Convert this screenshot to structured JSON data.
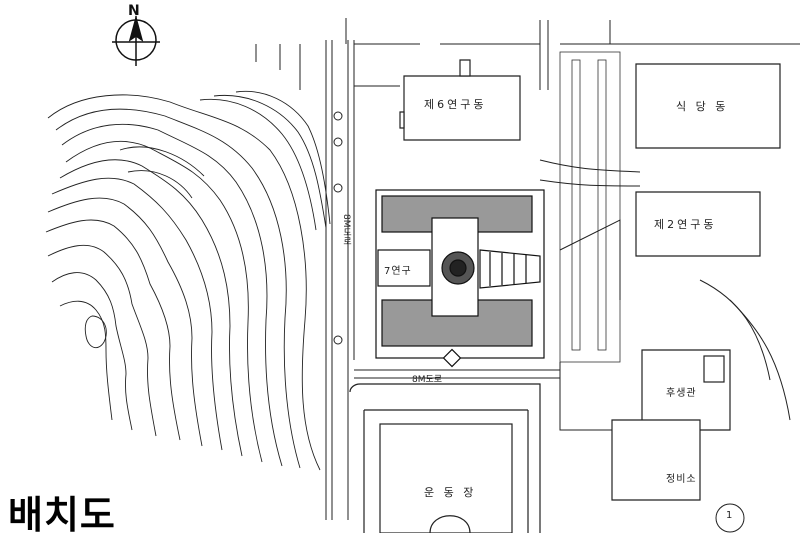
{
  "title": "배치도",
  "north_label": "N",
  "buildings": {
    "research_6": "제6연구동",
    "research_7": "7연구",
    "research_2": "제2연구동",
    "cafeteria": "식 당 동",
    "welfare": "후생관",
    "maintenance": "정비소",
    "field": "운 동 장"
  },
  "roads": {
    "west_road": "8M도로",
    "south_road": "8M도로"
  },
  "scale_mark": "1"
}
